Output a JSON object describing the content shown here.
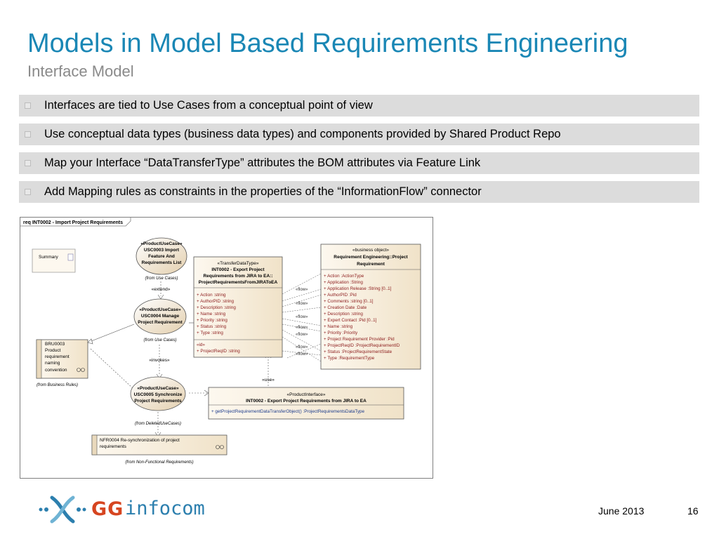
{
  "slide": {
    "title": "Models in Model Based Requirements Engineering",
    "subtitle": "Interface Model"
  },
  "bullets": [
    "Interfaces are tied to Use Cases from a conceptual point of view",
    "Use conceptual data types (business data types) and components provided by Shared Product Repo",
    "Map your Interface “DataTransferType” attributes the BOM attributes via Feature Link",
    "Add Mapping rules as constraints in the properties of the “InformationFlow” connector"
  ],
  "diagram": {
    "frame_label": "req INT0002 - Import Project Requirements",
    "summary_note": "Summary",
    "uc1": {
      "stereo": "«ProductUseCase»",
      "line1": "USC0003 Import",
      "line2": "Feature And",
      "line3": "Requirements List",
      "from": "(from Use Cases)"
    },
    "extend_label": "«extend»",
    "uc2": {
      "stereo": "«ProductUseCase»",
      "line1": "USC0004 Manage",
      "line2": "Project Requirement",
      "from": "(from Use Cases)"
    },
    "invokes_label": "«invokes»",
    "uc3": {
      "stereo": "«ProductUseCase»",
      "line1": "USC0005 Synchronize",
      "line2": "Project Requirements",
      "from": "(from DeletedUseCases)"
    },
    "business_rule": {
      "line1": "BRU0003",
      "line2": "Product",
      "line3": "requirement",
      "line4": "naming",
      "line5": "convention",
      "from": "(from Business Rules)"
    },
    "nfr": {
      "line1": "NFR0004 Re-synchronization of project",
      "line2": "requirements",
      "from": "(from Non-Functional Requirements)"
    },
    "transfer_type": {
      "stereo": "«TransferDataType»",
      "name1": "INT0002 - Export Project",
      "name2": "Requirements from JIRA to EA::",
      "name3": "ProjectRequirementsFromJIRAToEA",
      "attributes": [
        "+   Action  :string",
        "+   AuthorPID  :string",
        "+   Description  :string",
        "+   Name  :string",
        "+   Priority  :string",
        "+   Status  :string",
        "+   Type  :string"
      ],
      "id_section": "«id»",
      "id_attribute": "+   ProjectReqID  :string"
    },
    "business_object": {
      "stereo": "«business object»",
      "name1": "Requirement Engineering::Project",
      "name2": "Requirement",
      "attributes": [
        "+  Action  :ActionType",
        "+  Application  :String",
        "+  Application Release  :String [0..1]",
        "+  AuthorPID  :Pid",
        "+  Comments  :string [0..1]",
        "+  Creation Date  :Date",
        "+  Description  :string",
        "+  Expert Contact  :Pid [0..1]",
        "+  Name  :string",
        "+  Priority  :Priority",
        "+  Project Requirement Provider  :Pid",
        "+  ProjectReqID  :ProjectRequirementID",
        "+  Status  :ProjectRequirementState",
        "+  Type  :RequirementType"
      ]
    },
    "flow_label": "«flow»",
    "use_label": "«use»",
    "interface": {
      "stereo": "«ProductInterface»",
      "name": "INT0002 - Export Project Requirements from JIRA to EA",
      "operation": "+   getProjectRequirementDataTransferObject()  :ProjectRequirementsDataType"
    }
  },
  "footer": {
    "date": "June 2013",
    "page": "16",
    "logo_gg": "GG",
    "logo_infocom": "infocom"
  }
}
